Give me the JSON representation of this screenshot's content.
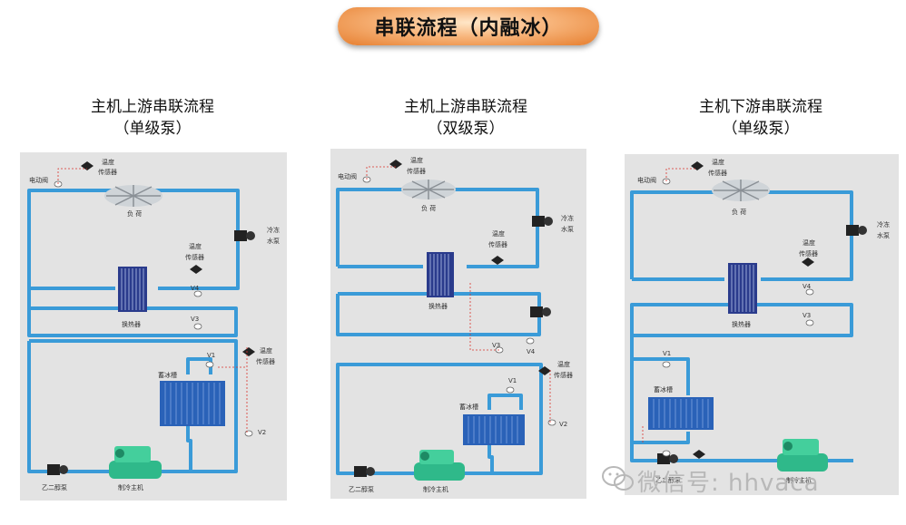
{
  "title": "串联流程（内融冰）",
  "panels": [
    {
      "heading": "主机上游串联流程",
      "subheading": "（单级泵）",
      "labels": {
        "motor_valve": "电动阀",
        "temp_sensor_top_1": "温度",
        "temp_sensor_top_2": "传感器",
        "load": "负 荷",
        "chiller_pump_1": "冷冻",
        "chiller_pump_2": "水泵",
        "temp_sensor_mid_1": "温度",
        "temp_sensor_mid_2": "传感器",
        "v4": "V4",
        "v3": "V3",
        "heat_exchanger": "换热器",
        "v1": "V1",
        "temp_sensor_low_1": "温度",
        "temp_sensor_low_2": "传感器",
        "ice_tank": "蓄冰槽",
        "v2": "V2",
        "glycol_pump": "乙二醇泵",
        "chiller": "制冷主机"
      }
    },
    {
      "heading": "主机上游串联流程",
      "subheading": "（双级泵）",
      "labels": {
        "motor_valve": "电动阀",
        "temp_sensor_top_1": "温度",
        "temp_sensor_top_2": "传感器",
        "load": "负 荷",
        "chiller_pump_1": "冷冻",
        "chiller_pump_2": "水泵",
        "temp_sensor_mid_1": "温度",
        "temp_sensor_mid_2": "传感器",
        "heat_exchanger": "换热器",
        "v3": "V3",
        "v4": "V4",
        "temp_sensor_low_1": "温度",
        "temp_sensor_low_2": "传感器",
        "v1": "V1",
        "ice_tank": "蓄冰槽",
        "v2": "V2",
        "glycol_pump": "乙二醇泵",
        "chiller": "制冷主机"
      }
    },
    {
      "heading": "主机下游串联流程",
      "subheading": "（单级泵）",
      "labels": {
        "motor_valve": "电动阀",
        "temp_sensor_top_1": "温度",
        "temp_sensor_top_2": "传感器",
        "load": "负 荷",
        "chiller_pump_1": "冷冻",
        "chiller_pump_2": "水泵",
        "temp_sensor_mid_1": "温度",
        "temp_sensor_mid_2": "传感器",
        "v4": "V4",
        "v3": "V3",
        "heat_exchanger": "换热器",
        "v1": "V1",
        "ice_tank": "蓄冰槽",
        "glycol_pump": "乙二醇泵",
        "chiller": "制冷主机"
      }
    }
  ],
  "watermark": "微信号: hhvaca",
  "colors": {
    "pipe": "#3a9bd8",
    "tank": "#2a62b8",
    "chiller": "#2fb98a",
    "panel_bg": "#e3e3e3",
    "sensor_line": "#d9342b"
  }
}
